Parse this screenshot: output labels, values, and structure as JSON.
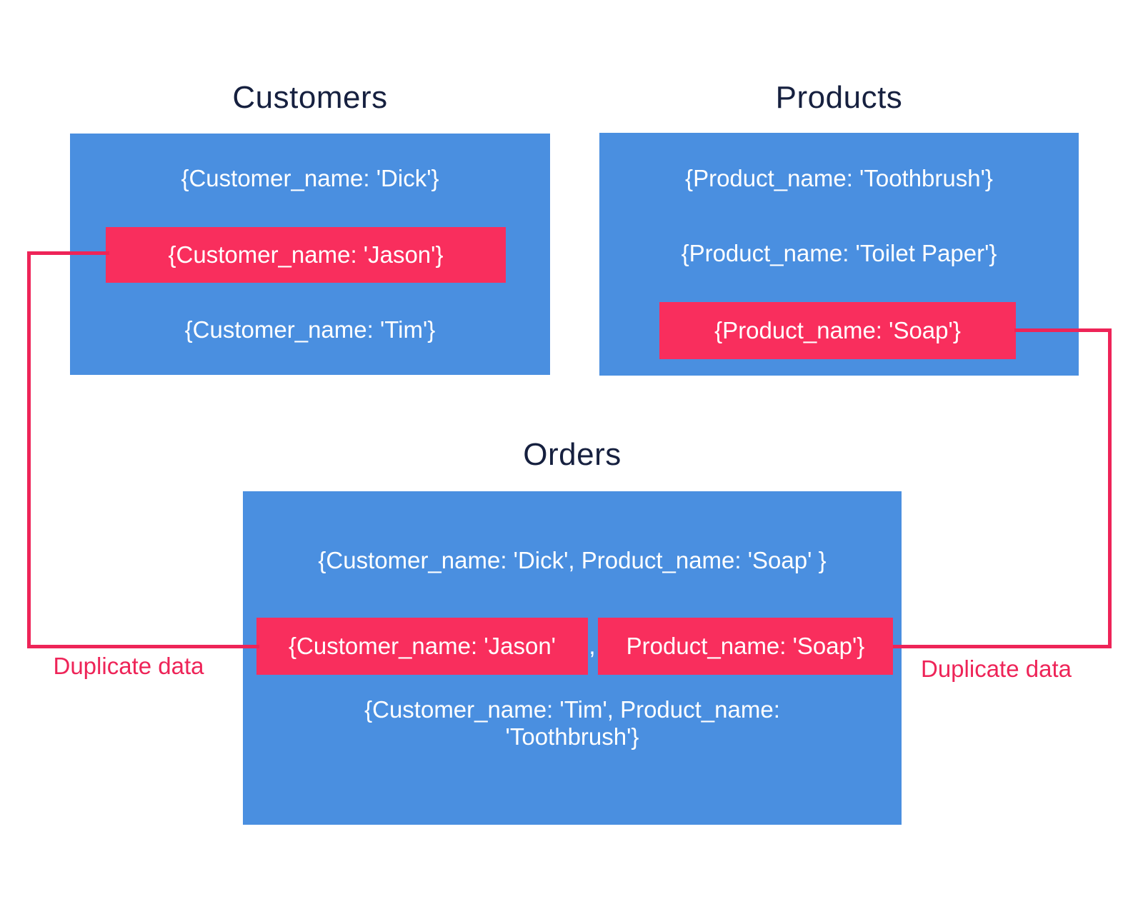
{
  "colors": {
    "table_fill_blue": "#4a8fe0",
    "highlight_pink": "#f92e5d",
    "connector_pink": "#ee2458",
    "title_navy": "#16203f",
    "record_text": "#ffffff",
    "background": "#ffffff"
  },
  "tables": {
    "customers": {
      "title": "Customers",
      "rows": [
        {
          "text": "{Customer_name: 'Dick'}",
          "highlighted": false
        },
        {
          "text": "{Customer_name: 'Jason'}",
          "highlighted": true
        },
        {
          "text": "{Customer_name: 'Tim'}",
          "highlighted": false
        }
      ]
    },
    "products": {
      "title": "Products",
      "rows": [
        {
          "text": "{Product_name: 'Toothbrush'}",
          "highlighted": false
        },
        {
          "text": "{Product_name: 'Toilet Paper'}",
          "highlighted": false
        },
        {
          "text": "{Product_name: 'Soap'}",
          "highlighted": true
        }
      ]
    },
    "orders": {
      "title": "Orders",
      "rows": [
        {
          "text": "{Customer_name: 'Dick', Product_name: 'Soap' }",
          "highlighted": false
        },
        {
          "segments": [
            {
              "text": "{Customer_name: 'Jason'",
              "highlighted": true
            },
            {
              "text": ",",
              "highlighted": false
            },
            {
              "text": "Product_name: 'Soap'}",
              "highlighted": true
            }
          ]
        },
        {
          "lines": [
            "{Customer_name: 'Tim', Product_name:",
            "'Toothbrush'}"
          ],
          "highlighted": false
        }
      ]
    }
  },
  "annotations": {
    "left_duplicate_label": "Duplicate data",
    "right_duplicate_label": "Duplicate data"
  }
}
